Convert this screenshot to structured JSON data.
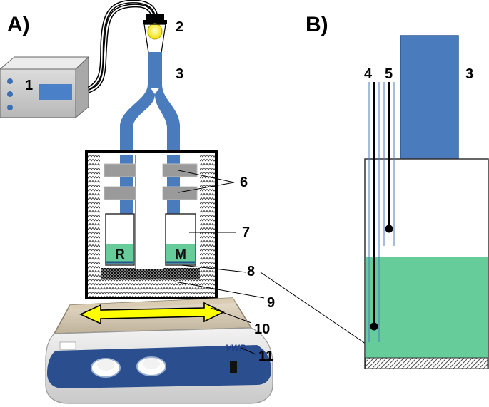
{
  "panels": {
    "a": {
      "label": "A)"
    },
    "b": {
      "label": "B)"
    }
  },
  "labels": {
    "n1": "1",
    "n2": "2",
    "n3a": "3",
    "n3b": "3",
    "n4": "4",
    "n5": "5",
    "n6": "6",
    "n7": "7",
    "n8": "8",
    "n9": "9",
    "n10": "10",
    "n11": "11"
  },
  "vials": {
    "left": "R",
    "right": "M"
  },
  "shaker": {
    "brand": "VWR"
  },
  "colors": {
    "tube_blue": "#4a7bbd",
    "liquid_green": "#66cc99",
    "arrow_yellow": "#ffff00",
    "shaker_blue": "#2b4e8e",
    "clamp_gray": "#9a9a9a",
    "device_gray": "#c9c9c9",
    "screen_blue": "#4a80c8"
  }
}
